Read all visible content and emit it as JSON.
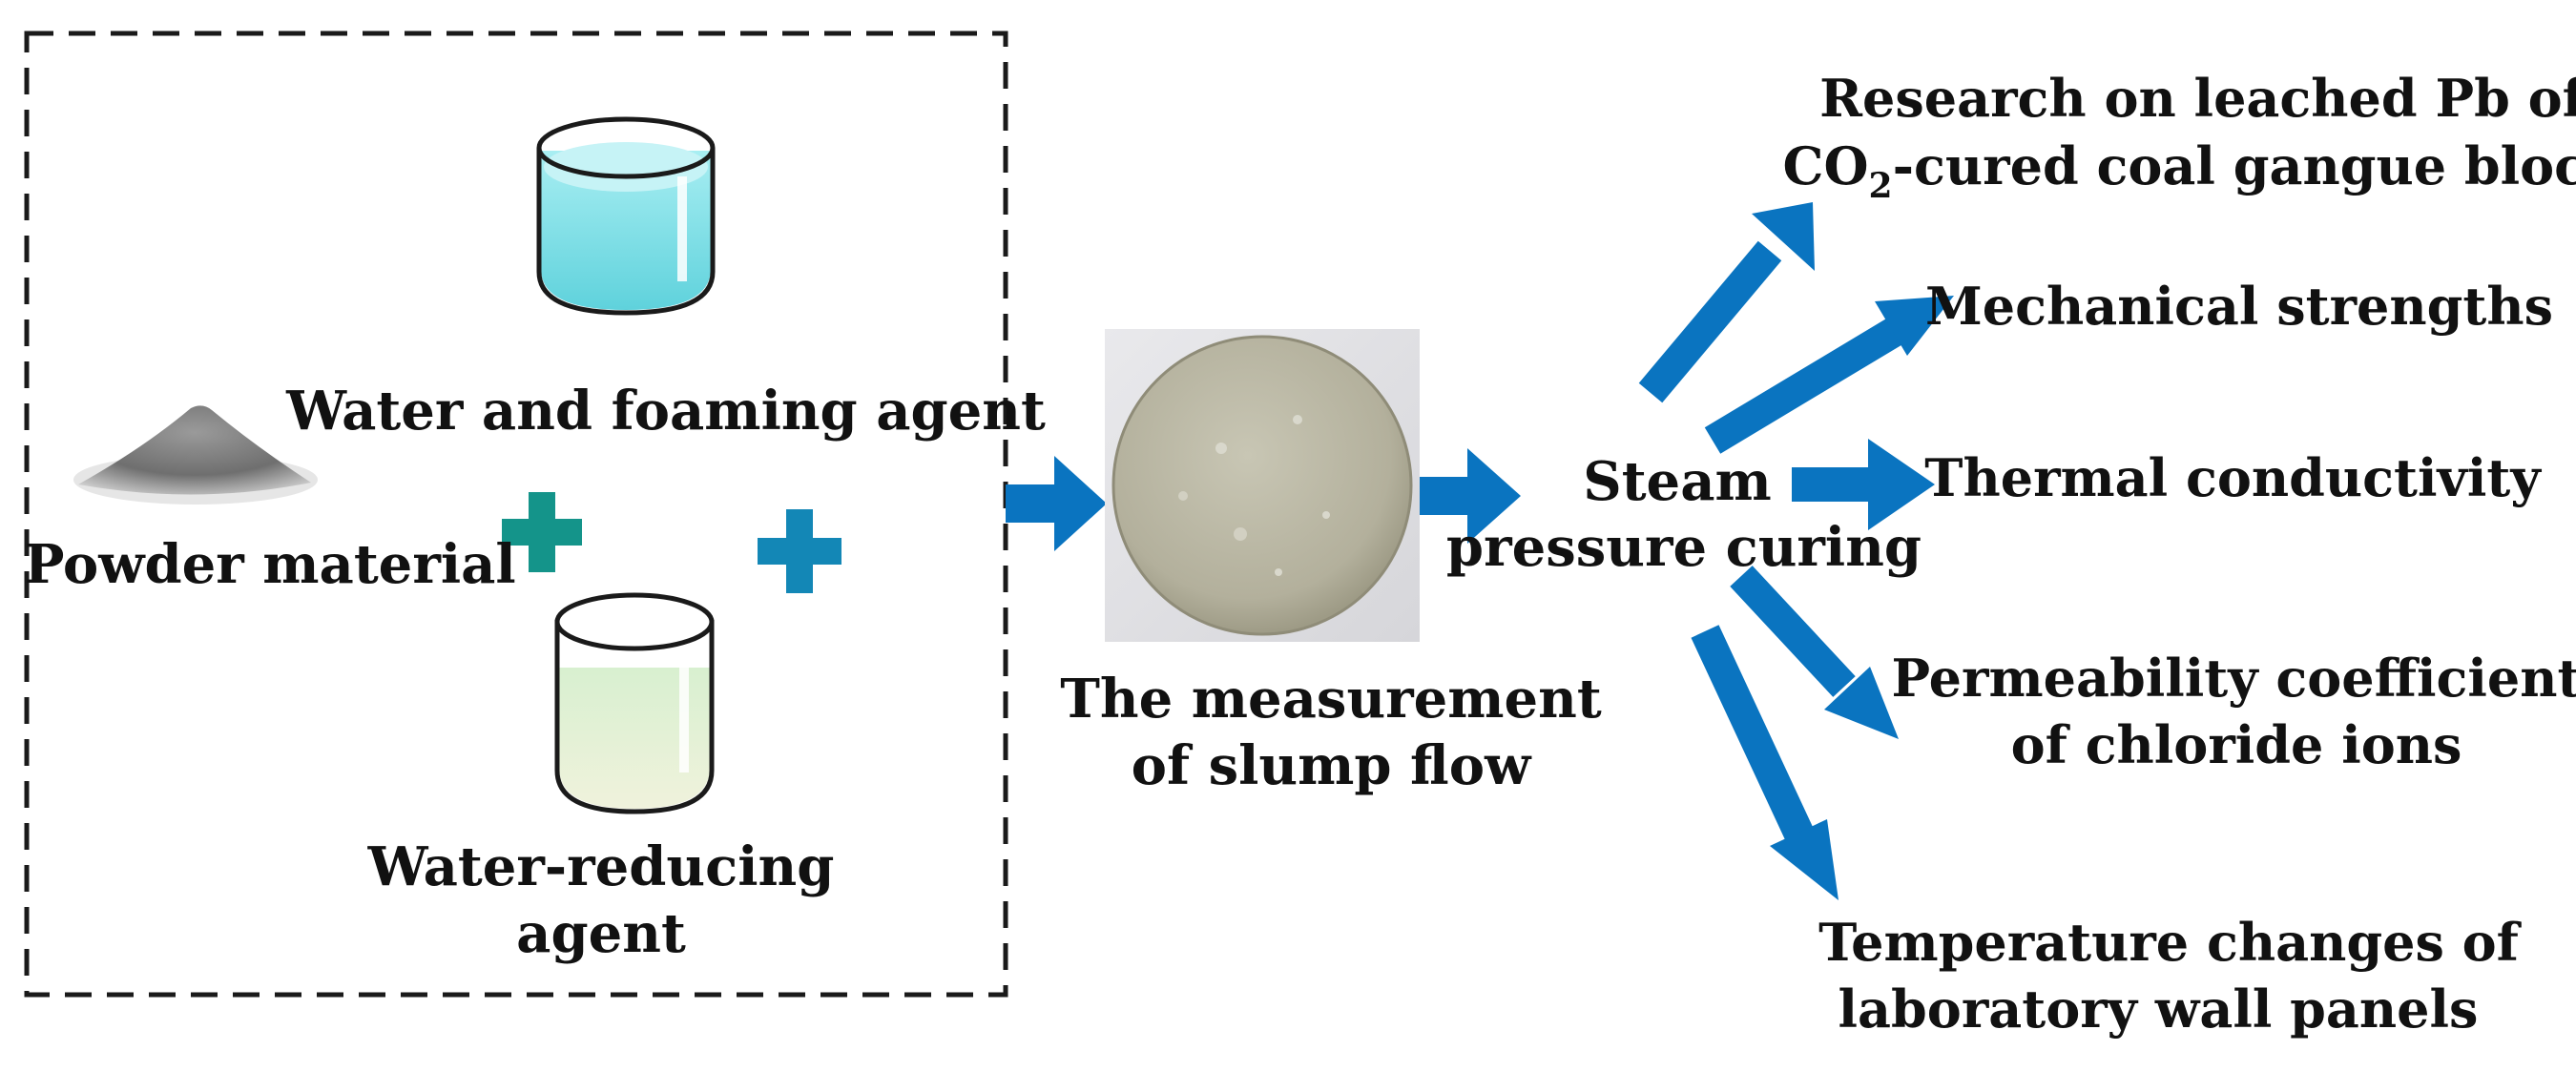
{
  "colors": {
    "arrow": "#0a74c0",
    "plus_teal": "#14948a",
    "plus_blue": "#1387b6",
    "frame": "#1a1a1a"
  },
  "inputs": {
    "water_foaming_label": "Water and foaming agent",
    "powder_label": "Powder material",
    "reducer_label_line1": "Water-reducing",
    "reducer_label_line2": "agent"
  },
  "slump": {
    "label_line1": "The measurement",
    "label_line2": "of slump flow"
  },
  "curing": {
    "label_line1": "Steam",
    "label_line2": "pressure curing"
  },
  "outputs": {
    "leached_line1": "Research on leached Pb of",
    "leached_line2_prefix": "CO",
    "leached_line2_sub": "2",
    "leached_line2_suffix": "-cured coal gangue block",
    "mechanical": "Mechanical strengths",
    "thermal": "Thermal conductivity",
    "permeability_line1": "Permeability coefficient",
    "permeability_line2": "of chloride ions",
    "temperature_line1": "Temperature changes of",
    "temperature_line2": "laboratory wall panels"
  }
}
